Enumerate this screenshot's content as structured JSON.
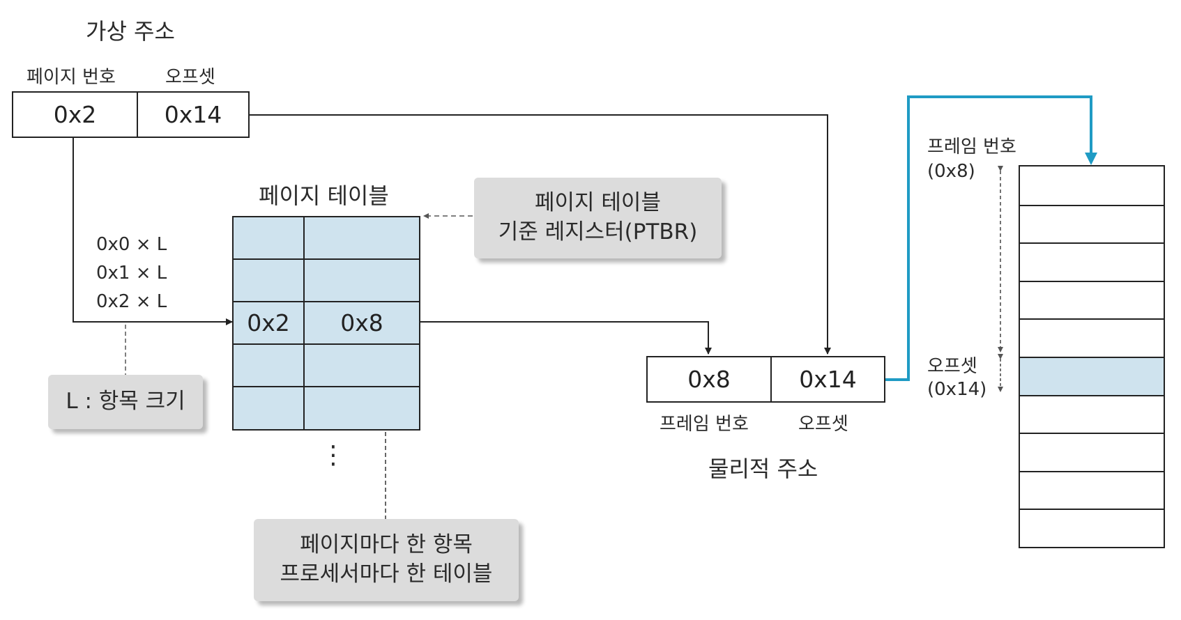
{
  "virtual_address": {
    "title": "가상 주소",
    "page_number_label": "페이지 번호",
    "offset_label": "오프셋",
    "page_number": "0x2",
    "offset": "0x14"
  },
  "index_labels": [
    "0x0 × L",
    "0x1 × L",
    "0x2 × L"
  ],
  "entry_size_note": "L : 항목 크기",
  "page_table": {
    "title": "페이지 테이블",
    "rows": [
      [
        "",
        ""
      ],
      [
        "",
        ""
      ],
      [
        "0x2",
        "0x8"
      ],
      [
        "",
        ""
      ],
      [
        "",
        ""
      ]
    ],
    "continuation": "⋮"
  },
  "ptbr_note": [
    "페이지 테이블",
    "기준 레지스터(PTBR)"
  ],
  "per_note": [
    "페이지마다 한 항목",
    "프로세서마다 한 테이블"
  ],
  "physical_address": {
    "title": "물리적 주소",
    "frame_number_label": "프레임 번호",
    "offset_label": "오프셋",
    "frame_number": "0x8",
    "offset": "0x14"
  },
  "memory": {
    "frame_label": "프레임 번호",
    "frame_value": "(0x8)",
    "offset_label": "오프셋",
    "offset_value": "(0x14)",
    "slot_count": 10,
    "highlight_slot": 5
  },
  "colors": {
    "table_fill": "#cfe3ee",
    "accent_arrow": "#1f9bc4",
    "callout_fill": "#dcdcdc"
  }
}
